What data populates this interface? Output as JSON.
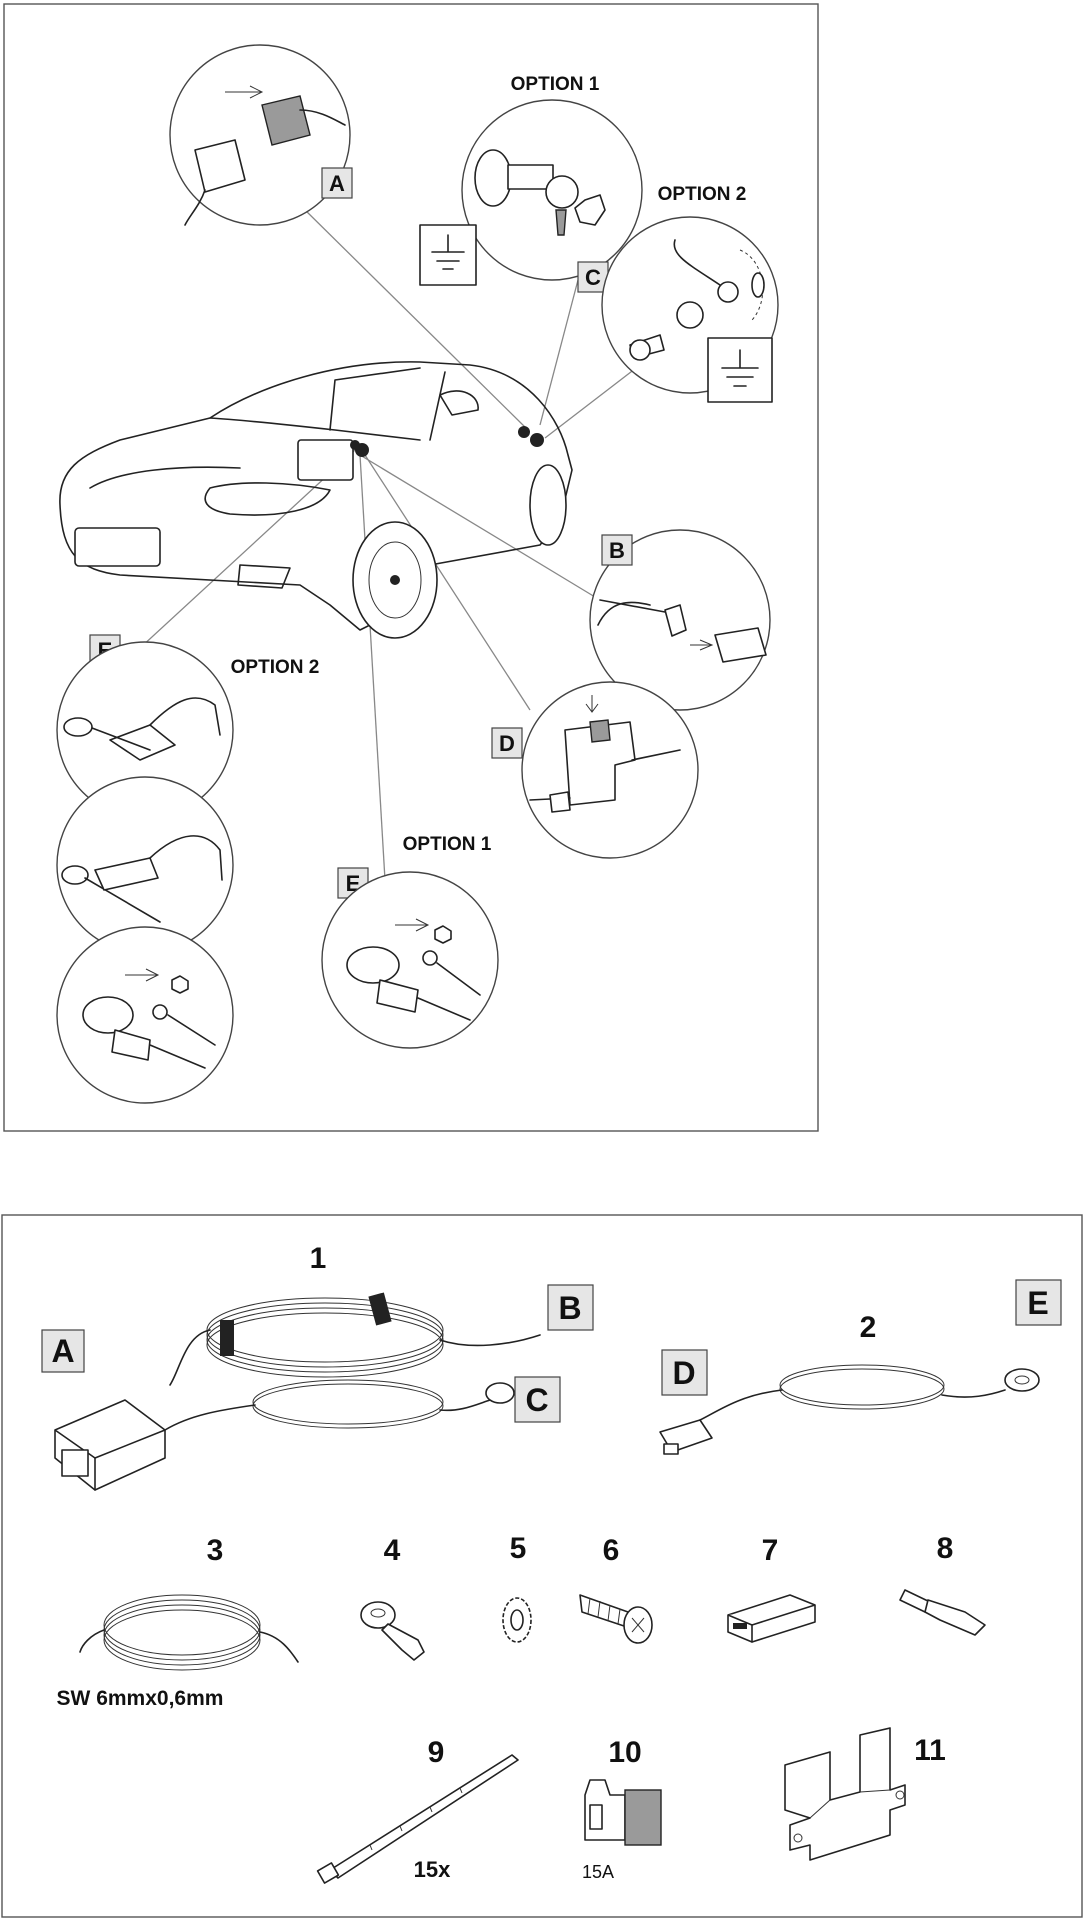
{
  "install_diagram": {
    "labels": {
      "option1_top": "OPTION 1",
      "option2_top": "OPTION 2",
      "option2_left": "OPTION 2",
      "option1_bottom": "OPTION 1",
      "A": "A",
      "B": "B",
      "C": "C",
      "D": "D",
      "E_left": "E",
      "E_bottom": "E"
    }
  },
  "parts_list": {
    "harness": {
      "number": "1",
      "label_A": "A",
      "label_B": "B",
      "label_C": "C"
    },
    "fuse_lead": {
      "number": "2",
      "label_D": "D",
      "label_E": "E"
    },
    "items": [
      {
        "number": "3",
        "caption": "SW 6mmx0,6mm",
        "icon": "cable-coil-icon"
      },
      {
        "number": "4",
        "caption": "",
        "icon": "ring-terminal-icon"
      },
      {
        "number": "5",
        "caption": "",
        "icon": "lock-washer-icon"
      },
      {
        "number": "6",
        "caption": "",
        "icon": "screw-icon"
      },
      {
        "number": "7",
        "caption": "",
        "icon": "connector-housing-icon"
      },
      {
        "number": "8",
        "caption": "",
        "icon": "spade-connector-icon"
      },
      {
        "number": "9",
        "caption": "15x",
        "icon": "cable-tie-icon"
      },
      {
        "number": "10",
        "caption": "15A",
        "icon": "fuse-icon"
      },
      {
        "number": "11",
        "caption": "",
        "icon": "fuse-holder-bracket-icon"
      }
    ]
  }
}
